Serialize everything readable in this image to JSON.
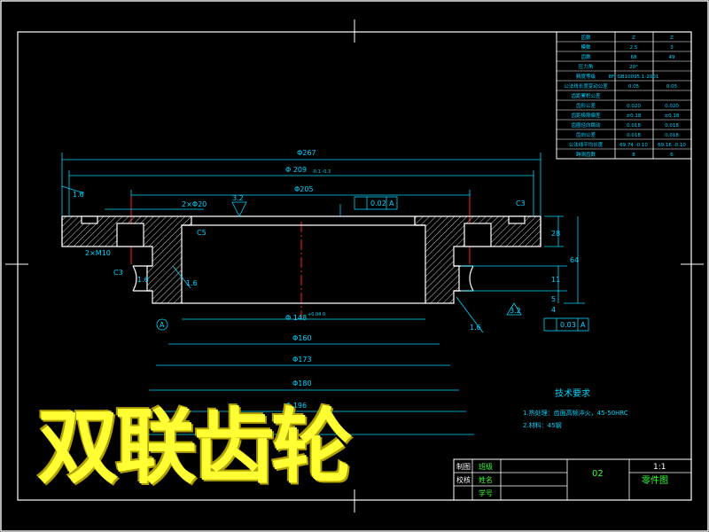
{
  "drawing": {
    "overlay_title": "双联齿轮",
    "dims": {
      "d_overall": "Φ267",
      "d_bolt": "Φ 209",
      "d_bolt_tol": "-0.1  -0.3",
      "d_shoulder": "Φ205",
      "chamfer_tl": "2×Φ20",
      "thread_l": "2×M10",
      "roughness_top": "3.2",
      "flatness_box": "0.02",
      "flatness_datum": "A",
      "chamfer_c5": "C5",
      "chamfer_c3_right": "C3",
      "chamfer_c3_left": "C3",
      "d_bore": "Φ 148",
      "d_bore_tol": "+0.04 0",
      "d_160": "Φ160",
      "d_173": "Φ173",
      "d_180": "Φ180",
      "d_196": "Φ 196",
      "h_right_1": "28",
      "h_right_2": "64",
      "h_right_3": "11",
      "h_right_4": "5",
      "h_right_5": "4",
      "roughness_br": "3.2",
      "runout_box": "0.03",
      "runout_datum": "A",
      "datum_a": "A",
      "left_small": "1.6",
      "rough_l1": "1.6",
      "rough_r1": "1.6",
      "rough_l2": "1.6"
    },
    "tech": {
      "heading": "技术要求",
      "line1": "1.热处理：齿面高频淬火，45-50HRC",
      "line2": "2.材料：45钢"
    },
    "titleblock": {
      "r1c1": "制图",
      "r1c2": "班级",
      "r2c1": "校核",
      "r2c2": "姓名",
      "r3c2": "学号",
      "drawing_no": "02",
      "scale": "1:1",
      "name": "零件图"
    },
    "gear_table": [
      [
        "齿数",
        "Z",
        "Z"
      ],
      [
        "模数",
        "2.5",
        "3"
      ],
      [
        "齿数",
        "68",
        "49"
      ],
      [
        "压力角",
        "20°",
        ""
      ],
      [
        "精度等级",
        "8FJ GB10095.1-2001",
        ""
      ],
      [
        "公法线长度变动公差",
        "0.05",
        "0.05"
      ],
      [
        "齿距累积公差",
        "",
        ""
      ],
      [
        "齿形公差",
        "0.020",
        "0.020"
      ],
      [
        "齿距极限偏差",
        "±0.18",
        "±0.18"
      ],
      [
        "齿圈径向跳动",
        "0.018",
        "0.018"
      ],
      [
        "齿向公差",
        "0.018",
        "0.018"
      ],
      [
        "公法线平均长度",
        "69.74 -0.10",
        "69.16 -0.10"
      ],
      [
        "跨测齿数",
        "8",
        "6"
      ]
    ],
    "colors": {
      "outline": "#ffffff",
      "geometry": "#ffffff",
      "dimension": "#00d4ff",
      "center": "#ff2020",
      "hatch": "#ffffff",
      "title": "#ffff33",
      "label": "#33ff33"
    }
  }
}
